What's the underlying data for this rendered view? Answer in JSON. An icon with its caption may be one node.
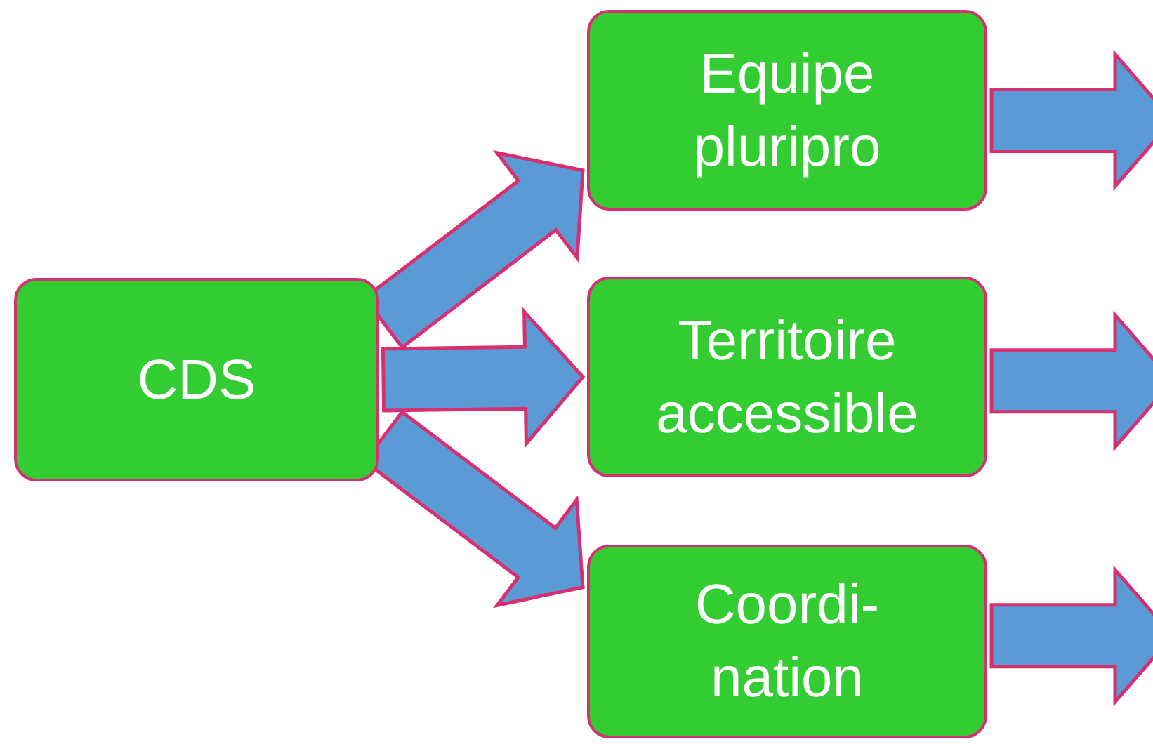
{
  "diagram": {
    "nodes": [
      {
        "text": [
          "CDS"
        ]
      },
      {
        "text": [
          "Equipe pluripro"
        ]
      },
      {
        "text": [
          "Territoire accessible"
        ]
      },
      {
        "text": [
          "Coordi- nation"
        ]
      }
    ],
    "edges": [
      {
        "from": 0,
        "to": 1,
        "arrow": "to"
      },
      {
        "from": 0,
        "to": 2,
        "arrow": "to"
      },
      {
        "from": 0,
        "to": 3,
        "arrow": "to"
      },
      {
        "from": 1,
        "to": null,
        "arrow": "to"
      },
      {
        "from": 2,
        "to": null,
        "arrow": "to"
      },
      {
        "from": 3,
        "to": null,
        "arrow": "to"
      }
    ]
  }
}
